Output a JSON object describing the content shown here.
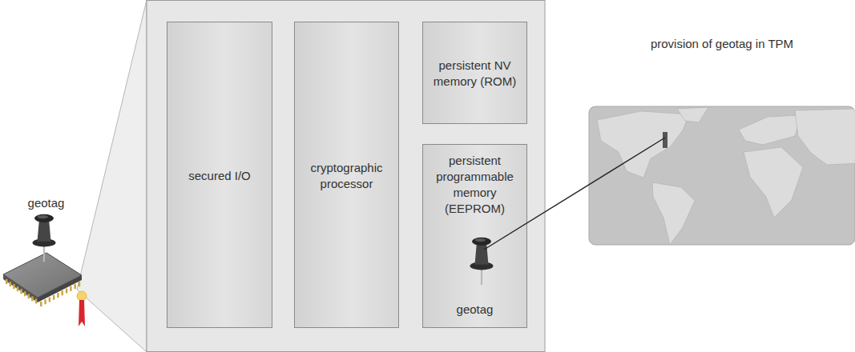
{
  "diagram": {
    "nodes": [
      {
        "text": [
          "secured I/O"
        ]
      },
      {
        "text": [
          "cryptographic processor"
        ]
      },
      {
        "text": [
          "persistent NV memory (ROM)"
        ]
      },
      {
        "text": [
          "persistent programmable memory (EEPROM)",
          "geotag"
        ]
      },
      {
        "text": [
          "provision of geotag in TPM"
        ]
      }
    ],
    "edges": [
      {
        "from": 3,
        "to": 4,
        "arrow": "none"
      }
    ],
    "labels": [
      "geotag"
    ]
  }
}
